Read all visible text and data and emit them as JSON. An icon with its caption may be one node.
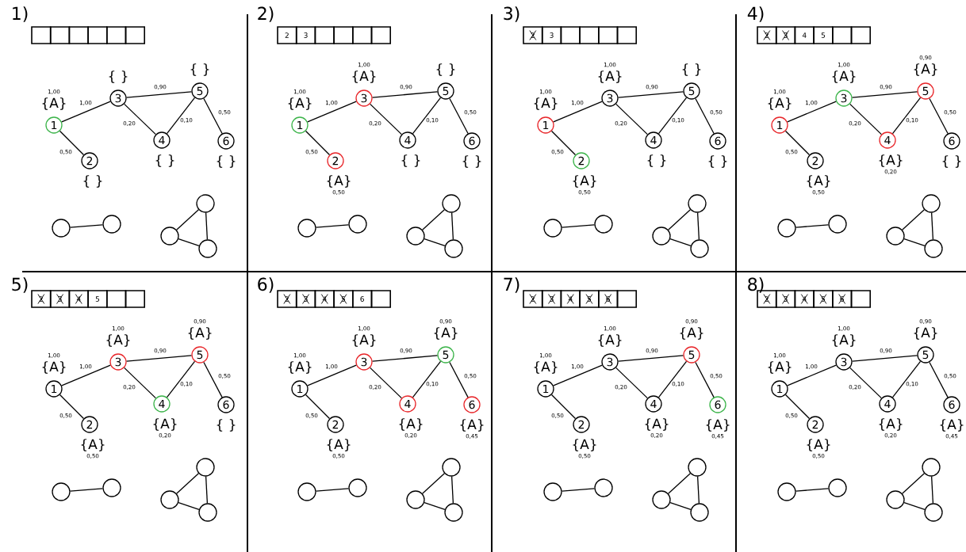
{
  "diagram": {
    "nodes": [
      {
        "text": [],
        "shape": "box"
      },
      {
        "text": [],
        "shape": "box"
      },
      {
        "text": [],
        "shape": "box"
      },
      {
        "text": [],
        "shape": "box"
      },
      {
        "text": [],
        "shape": "box"
      },
      {
        "text": [],
        "shape": "box"
      },
      {
        "text": [
          "1"
        ],
        "beside": [
          "1,00",
          "{A}"
        ]
      },
      {
        "text": [
          "2"
        ],
        "beside": [
          "{ }"
        ]
      },
      {
        "text": [
          "3"
        ],
        "beside": [
          "{ }"
        ]
      },
      {
        "text": [
          "4"
        ],
        "beside": [
          "{ }"
        ]
      },
      {
        "text": [
          "5"
        ],
        "beside": [
          "{ }"
        ]
      },
      {
        "text": [
          "6"
        ],
        "beside": [
          "{ }"
        ]
      },
      {
        "text": [],
        "shape": "circle"
      },
      {
        "text": [],
        "shape": "circle"
      },
      {
        "text": [],
        "shape": "circle"
      },
      {
        "text": [],
        "shape": "circle"
      },
      {
        "text": [],
        "shape": "circle"
      },
      {
        "text": [
          "2"
        ]
      },
      {
        "text": [
          "3"
        ]
      },
      {
        "text": [],
        "shape": "box"
      },
      {
        "text": [],
        "shape": "box"
      },
      {
        "text": [],
        "shape": "box"
      },
      {
        "text": [],
        "shape": "box"
      },
      {
        "text": [
          "1"
        ],
        "beside": [
          "1,00",
          "{A}"
        ]
      },
      {
        "text": [
          "2"
        ],
        "beside": [
          "{A}",
          "0,50"
        ]
      },
      {
        "text": [
          "3"
        ],
        "beside": [
          "1,00",
          "{A}"
        ]
      },
      {
        "text": [
          "4"
        ],
        "beside": [
          "{ }"
        ]
      },
      {
        "text": [
          "5"
        ],
        "beside": [
          "{ }"
        ]
      },
      {
        "text": [
          "6"
        ],
        "beside": [
          "{ }"
        ]
      },
      {
        "text": [],
        "shape": "circle"
      },
      {
        "text": [],
        "shape": "circle"
      },
      {
        "text": [],
        "shape": "circle"
      },
      {
        "text": [],
        "shape": "circle"
      },
      {
        "text": [],
        "shape": "circle"
      },
      {
        "text": [
          "2"
        ]
      },
      {
        "text": [
          "3"
        ]
      },
      {
        "text": [],
        "shape": "box"
      },
      {
        "text": [],
        "shape": "box"
      },
      {
        "text": [],
        "shape": "box"
      },
      {
        "text": [],
        "shape": "box"
      },
      {
        "text": [
          "1"
        ],
        "beside": [
          "1,00",
          "{A}"
        ]
      },
      {
        "text": [
          "2"
        ],
        "beside": [
          "{A}",
          "0,50"
        ]
      },
      {
        "text": [
          "3"
        ],
        "beside": [
          "1,00",
          "{A}"
        ]
      },
      {
        "text": [
          "4"
        ],
        "beside": [
          "{ }"
        ]
      },
      {
        "text": [
          "5"
        ],
        "beside": [
          "{ }"
        ]
      },
      {
        "text": [
          "6"
        ],
        "beside": [
          "{ }"
        ]
      },
      {
        "text": [],
        "shape": "circle"
      },
      {
        "text": [],
        "shape": "circle"
      },
      {
        "text": [],
        "shape": "circle"
      },
      {
        "text": [],
        "shape": "circle"
      },
      {
        "text": [],
        "shape": "circle"
      },
      {
        "text": [
          "2"
        ]
      },
      {
        "text": [
          "3"
        ]
      },
      {
        "text": [
          "4"
        ]
      },
      {
        "text": [
          "5"
        ]
      },
      {
        "text": [],
        "shape": "box"
      },
      {
        "text": [],
        "shape": "box"
      },
      {
        "text": [
          "1"
        ],
        "beside": [
          "1,00",
          "{A}"
        ]
      },
      {
        "text": [
          "2"
        ],
        "beside": [
          "{A}",
          "0,50"
        ]
      },
      {
        "text": [
          "3"
        ],
        "beside": [
          "1,00",
          "{A}"
        ]
      },
      {
        "text": [
          "4"
        ],
        "beside": [
          "{A}",
          "0,20"
        ]
      },
      {
        "text": [
          "5"
        ],
        "beside": [
          "0,90",
          "{A}"
        ]
      },
      {
        "text": [
          "6"
        ],
        "beside": [
          "{ }"
        ]
      },
      {
        "text": [],
        "shape": "circle"
      },
      {
        "text": [],
        "shape": "circle"
      },
      {
        "text": [],
        "shape": "circle"
      },
      {
        "text": [],
        "shape": "circle"
      },
      {
        "text": [],
        "shape": "circle"
      },
      {
        "text": [
          "2"
        ]
      },
      {
        "text": [
          "3"
        ]
      },
      {
        "text": [
          "4"
        ]
      },
      {
        "text": [
          "5"
        ]
      },
      {
        "text": [],
        "shape": "box"
      },
      {
        "text": [],
        "shape": "box"
      },
      {
        "text": [
          "1"
        ],
        "beside": [
          "1,00",
          "{A}"
        ]
      },
      {
        "text": [
          "2"
        ],
        "beside": [
          "{A}",
          "0,50"
        ]
      },
      {
        "text": [
          "3"
        ],
        "beside": [
          "1,00",
          "{A}"
        ]
      },
      {
        "text": [
          "4"
        ],
        "beside": [
          "{A}",
          "0,20"
        ]
      },
      {
        "text": [
          "5"
        ],
        "beside": [
          "0,90",
          "{A}"
        ]
      },
      {
        "text": [
          "6"
        ],
        "beside": [
          "{ }"
        ]
      },
      {
        "text": [],
        "shape": "circle"
      },
      {
        "text": [],
        "shape": "circle"
      },
      {
        "text": [],
        "shape": "circle"
      },
      {
        "text": [],
        "shape": "circle"
      },
      {
        "text": [],
        "shape": "circle"
      },
      {
        "text": [
          "2"
        ]
      },
      {
        "text": [
          "3"
        ]
      },
      {
        "text": [
          "4"
        ]
      },
      {
        "text": [
          "5"
        ]
      },
      {
        "text": [
          "6"
        ]
      },
      {
        "text": [],
        "shape": "box"
      },
      {
        "text": [
          "1"
        ],
        "beside": [
          "1,00",
          "{A}"
        ]
      },
      {
        "text": [
          "2"
        ],
        "beside": [
          "{A}",
          "0,50"
        ]
      },
      {
        "text": [
          "3"
        ],
        "beside": [
          "1,00",
          "{A}"
        ]
      },
      {
        "text": [
          "4"
        ],
        "beside": [
          "{A}",
          "0,20"
        ]
      },
      {
        "text": [
          "5"
        ],
        "beside": [
          "0,90",
          "{A}"
        ]
      },
      {
        "text": [
          "6"
        ],
        "beside": [
          "{A}",
          "0,45"
        ]
      },
      {
        "text": [],
        "shape": "circle"
      },
      {
        "text": [],
        "shape": "circle"
      },
      {
        "text": [],
        "shape": "circle"
      },
      {
        "text": [],
        "shape": "circle"
      },
      {
        "text": [],
        "shape": "circle"
      },
      {
        "text": [
          "2"
        ]
      },
      {
        "text": [
          "3"
        ]
      },
      {
        "text": [
          "4"
        ]
      },
      {
        "text": [
          "5"
        ]
      },
      {
        "text": [
          "6"
        ]
      },
      {
        "text": [],
        "shape": "box"
      },
      {
        "text": [
          "1"
        ],
        "beside": [
          "1,00",
          "{A}"
        ]
      },
      {
        "text": [
          "2"
        ],
        "beside": [
          "{A}",
          "0,50"
        ]
      },
      {
        "text": [
          "3"
        ],
        "beside": [
          "1,00",
          "{A}"
        ]
      },
      {
        "text": [
          "4"
        ],
        "beside": [
          "{A}",
          "0,20"
        ]
      },
      {
        "text": [
          "5"
        ],
        "beside": [
          "0,90",
          "{A}"
        ]
      },
      {
        "text": [
          "6"
        ],
        "beside": [
          "{A}",
          "0,45"
        ]
      },
      {
        "text": [],
        "shape": "circle"
      },
      {
        "text": [],
        "shape": "circle"
      },
      {
        "text": [],
        "shape": "circle"
      },
      {
        "text": [],
        "shape": "circle"
      },
      {
        "text": [],
        "shape": "circle"
      },
      {
        "text": [
          "2"
        ]
      },
      {
        "text": [
          "3"
        ]
      },
      {
        "text": [
          "4"
        ]
      },
      {
        "text": [
          "5"
        ]
      },
      {
        "text": [
          "6"
        ]
      },
      {
        "text": [],
        "shape": "box"
      },
      {
        "text": [
          "1"
        ],
        "beside": [
          "1,00",
          "{A}"
        ]
      },
      {
        "text": [
          "2"
        ],
        "beside": [
          "{A}",
          "0,50"
        ]
      },
      {
        "text": [
          "3"
        ],
        "beside": [
          "1,00",
          "{A}"
        ]
      },
      {
        "text": [
          "4"
        ],
        "beside": [
          "{A}",
          "0,20"
        ]
      },
      {
        "text": [
          "5"
        ],
        "beside": [
          "0,90",
          "{A}"
        ]
      },
      {
        "text": [
          "6"
        ],
        "beside": [
          "{A}",
          "0,45"
        ]
      },
      {
        "text": [],
        "shape": "circle"
      },
      {
        "text": [],
        "shape": "circle"
      },
      {
        "text": [],
        "shape": "circle"
      },
      {
        "text": [],
        "shape": "circle"
      },
      {
        "text": [],
        "shape": "circle"
      }
    ],
    "edges": [
      {
        "from": 6,
        "to": 8,
        "label": "1,00",
        "arrow": "none"
      },
      {
        "from": 6,
        "to": 7,
        "label": "0,50",
        "arrow": "none"
      },
      {
        "from": 8,
        "to": 10,
        "label": "0,90",
        "arrow": "none"
      },
      {
        "from": 8,
        "to": 9,
        "label": "0,20",
        "arrow": "none"
      },
      {
        "from": 9,
        "to": 10,
        "label": "0,10",
        "arrow": "none"
      },
      {
        "from": 10,
        "to": 11,
        "label": "0,50",
        "arrow": "none"
      },
      {
        "from": 12,
        "to": 13,
        "arrow": "none"
      },
      {
        "from": 14,
        "to": 15,
        "arrow": "none"
      },
      {
        "from": 14,
        "to": 16,
        "arrow": "none"
      },
      {
        "from": 15,
        "to": 16,
        "arrow": "none"
      },
      {
        "from": 23,
        "to": 25,
        "label": "1,00",
        "arrow": "none"
      },
      {
        "from": 23,
        "to": 24,
        "label": "0,50",
        "arrow": "none"
      },
      {
        "from": 25,
        "to": 27,
        "label": "0,90",
        "arrow": "none"
      },
      {
        "from": 25,
        "to": 26,
        "label": "0,20",
        "arrow": "none"
      },
      {
        "from": 26,
        "to": 27,
        "label": "0,10",
        "arrow": "none"
      },
      {
        "from": 27,
        "to": 28,
        "label": "0,50",
        "arrow": "none"
      },
      {
        "from": 29,
        "to": 30,
        "arrow": "none"
      },
      {
        "from": 31,
        "to": 32,
        "arrow": "none"
      },
      {
        "from": 31,
        "to": 33,
        "arrow": "none"
      },
      {
        "from": 32,
        "to": 33,
        "arrow": "none"
      },
      {
        "from": 40,
        "to": 42,
        "label": "1,00",
        "arrow": "none"
      },
      {
        "from": 40,
        "to": 41,
        "label": "0,50",
        "arrow": "none"
      },
      {
        "from": 42,
        "to": 44,
        "label": "0,90",
        "arrow": "none"
      },
      {
        "from": 42,
        "to": 43,
        "label": "0,20",
        "arrow": "none"
      },
      {
        "from": 43,
        "to": 44,
        "label": "0,10",
        "arrow": "none"
      },
      {
        "from": 44,
        "to": 45,
        "label": "0,50",
        "arrow": "none"
      },
      {
        "from": 46,
        "to": 47,
        "arrow": "none"
      },
      {
        "from": 48,
        "to": 49,
        "arrow": "none"
      },
      {
        "from": 48,
        "to": 50,
        "arrow": "none"
      },
      {
        "from": 49,
        "to": 50,
        "arrow": "none"
      },
      {
        "from": 57,
        "to": 59,
        "label": "1,00",
        "arrow": "none"
      },
      {
        "from": 57,
        "to": 58,
        "label": "0,50",
        "arrow": "none"
      },
      {
        "from": 59,
        "to": 61,
        "label": "0,90",
        "arrow": "none"
      },
      {
        "from": 59,
        "to": 60,
        "label": "0,20",
        "arrow": "none"
      },
      {
        "from": 60,
        "to": 61,
        "label": "0,10",
        "arrow": "none"
      },
      {
        "from": 61,
        "to": 62,
        "label": "0,50",
        "arrow": "none"
      },
      {
        "from": 63,
        "to": 64,
        "arrow": "none"
      },
      {
        "from": 65,
        "to": 66,
        "arrow": "none"
      },
      {
        "from": 65,
        "to": 67,
        "arrow": "none"
      },
      {
        "from": 66,
        "to": 67,
        "arrow": "none"
      },
      {
        "from": 74,
        "to": 76,
        "label": "1,00",
        "arrow": "none"
      },
      {
        "from": 74,
        "to": 75,
        "label": "0,50",
        "arrow": "none"
      },
      {
        "from": 76,
        "to": 78,
        "label": "0,90",
        "arrow": "none"
      },
      {
        "from": 76,
        "to": 77,
        "label": "0,20",
        "arrow": "none"
      },
      {
        "from": 77,
        "to": 78,
        "label": "0,10",
        "arrow": "none"
      },
      {
        "from": 78,
        "to": 79,
        "label": "0,50",
        "arrow": "none"
      },
      {
        "from": 80,
        "to": 81,
        "arrow": "none"
      },
      {
        "from": 82,
        "to": 83,
        "arrow": "none"
      },
      {
        "from": 82,
        "to": 84,
        "arrow": "none"
      },
      {
        "from": 83,
        "to": 84,
        "arrow": "none"
      },
      {
        "from": 91,
        "to": 93,
        "label": "1,00",
        "arrow": "none"
      },
      {
        "from": 91,
        "to": 92,
        "label": "0,50",
        "arrow": "none"
      },
      {
        "from": 93,
        "to": 95,
        "label": "0,90",
        "arrow": "none"
      },
      {
        "from": 93,
        "to": 94,
        "label": "0,20",
        "arrow": "none"
      },
      {
        "from": 94,
        "to": 95,
        "label": "0,10",
        "arrow": "none"
      },
      {
        "from": 95,
        "to": 96,
        "label": "0,50",
        "arrow": "none"
      },
      {
        "from": 97,
        "to": 98,
        "arrow": "none"
      },
      {
        "from": 99,
        "to": 100,
        "arrow": "none"
      },
      {
        "from": 99,
        "to": 101,
        "arrow": "none"
      },
      {
        "from": 100,
        "to": 101,
        "arrow": "none"
      },
      {
        "from": 108,
        "to": 110,
        "label": "1,00",
        "arrow": "none"
      },
      {
        "from": 108,
        "to": 109,
        "label": "0,50",
        "arrow": "none"
      },
      {
        "from": 110,
        "to": 112,
        "label": "0,90",
        "arrow": "none"
      },
      {
        "from": 110,
        "to": 111,
        "label": "0,20",
        "arrow": "none"
      },
      {
        "from": 111,
        "to": 112,
        "label": "0,10",
        "arrow": "none"
      },
      {
        "from": 112,
        "to": 113,
        "label": "0,50",
        "arrow": "none"
      },
      {
        "from": 114,
        "to": 115,
        "arrow": "none"
      },
      {
        "from": 116,
        "to": 117,
        "arrow": "none"
      },
      {
        "from": 116,
        "to": 118,
        "arrow": "none"
      },
      {
        "from": 117,
        "to": 118,
        "arrow": "none"
      },
      {
        "from": 125,
        "to": 127,
        "label": "1,00",
        "arrow": "none"
      },
      {
        "from": 125,
        "to": 126,
        "label": "0,50",
        "arrow": "none"
      },
      {
        "from": 127,
        "to": 129,
        "label": "0,90",
        "arrow": "none"
      },
      {
        "from": 127,
        "to": 128,
        "label": "0,20",
        "arrow": "none"
      },
      {
        "from": 128,
        "to": 129,
        "label": "0,10",
        "arrow": "none"
      },
      {
        "from": 129,
        "to": 130,
        "label": "0,50",
        "arrow": "none"
      },
      {
        "from": 131,
        "to": 132,
        "arrow": "none"
      },
      {
        "from": 133,
        "to": 134,
        "arrow": "none"
      },
      {
        "from": 133,
        "to": 135,
        "arrow": "none"
      },
      {
        "from": 134,
        "to": 135,
        "arrow": "none"
      }
    ],
    "labels": [
      "1)",
      "2)",
      "3)",
      "4)",
      "5)",
      "6)",
      "7)",
      "8)"
    ]
  }
}
